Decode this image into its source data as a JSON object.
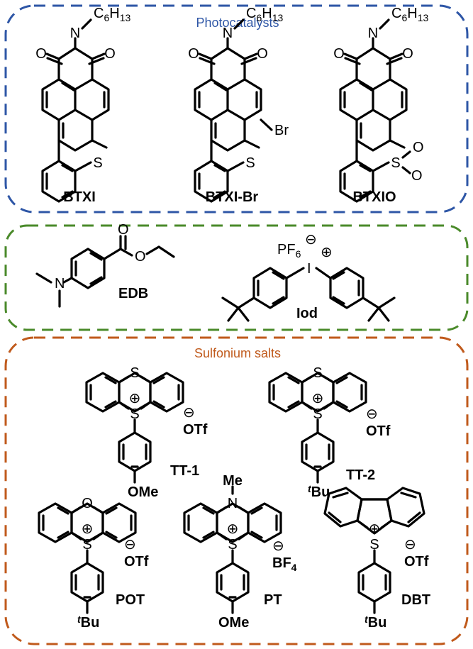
{
  "boxes": {
    "photocatalysts": {
      "title": "Photocatalysts",
      "color": "#2e56a6"
    },
    "additives": {
      "color": "#4a8a2a"
    },
    "sulfonium": {
      "title": "Sulfonium salts",
      "color": "#c05a1c"
    }
  },
  "compounds": {
    "btxi": "BTXI",
    "btxi_br": "BTXI-Br",
    "btxio": "BTXIO",
    "edb": "EDB",
    "iod": "Iod",
    "tt1": "TT-1",
    "tt2": "TT-2",
    "pot": "POT",
    "pt": "PT",
    "dbt": "DBT"
  },
  "atoms": {
    "O": "O",
    "N": "N",
    "S": "S",
    "Br": "Br",
    "I": "I",
    "hexyl_c": "C",
    "hexyl_c_sub": "6",
    "hexyl_h": "H",
    "hexyl_h_sub": "13",
    "pf": "PF",
    "pf_sub": "6",
    "otf": "OTf",
    "bf": "BF",
    "bf_sub": "4",
    "ome": "OMe",
    "me": "Me",
    "tbu_t": "t",
    "tbu_bu": "Bu",
    "plus": "⊕",
    "minus": "⊖"
  }
}
